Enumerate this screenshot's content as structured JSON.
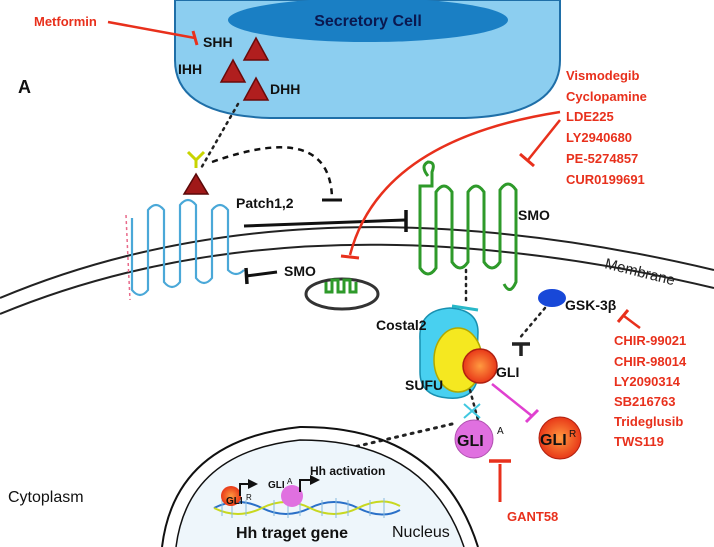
{
  "panel_letter": "A",
  "secretory_cell": "Secretory Cell",
  "ligands": {
    "shh": "SHH",
    "ihh": "IHH",
    "dhh": "DHH"
  },
  "metformin": "Metformin",
  "patch": "Patch1,2",
  "smo_membrane": "SMO",
  "smo_vesicle": "SMO",
  "membrane": "Membrane",
  "smo_inhibitors": [
    "Vismodegib",
    "Cyclopamine",
    "LDE225",
    "LY2940680",
    "PE-5274857",
    "CUR0199691"
  ],
  "gsk3b": "GSK-3β",
  "gsk3b_inhibitors": [
    "CHIR-99021",
    "CHIR-98014",
    "LY2090314",
    "SB216763",
    "Trideglusib",
    "TWS119"
  ],
  "costal2": "Costal2",
  "sufu": "SUFU",
  "gli": "GLI",
  "gli_a": {
    "main": "GLI",
    "sup": "A"
  },
  "gli_r": {
    "main": "GLI",
    "sup": "R"
  },
  "gant58": "GANT58",
  "cytoplasm": "Cytoplasm",
  "nucleus": "Nucleus",
  "target_gene": "Hh traget gene",
  "hh_activation": "Hh activation",
  "nuc_gli_r": {
    "main": "GLI",
    "sup": "R"
  },
  "nuc_gli_a": {
    "main": "GLI",
    "sup": "A"
  },
  "colors": {
    "inhibitor_red": "#e8301c",
    "smo_green": "#2e9a2a",
    "ligand_red": "#a01818",
    "cell_blue": "#3aa0d8",
    "gli_a_pink": "#e070e0",
    "gli_r_red": "#e83818",
    "gsk_blue": "#1848d8"
  }
}
